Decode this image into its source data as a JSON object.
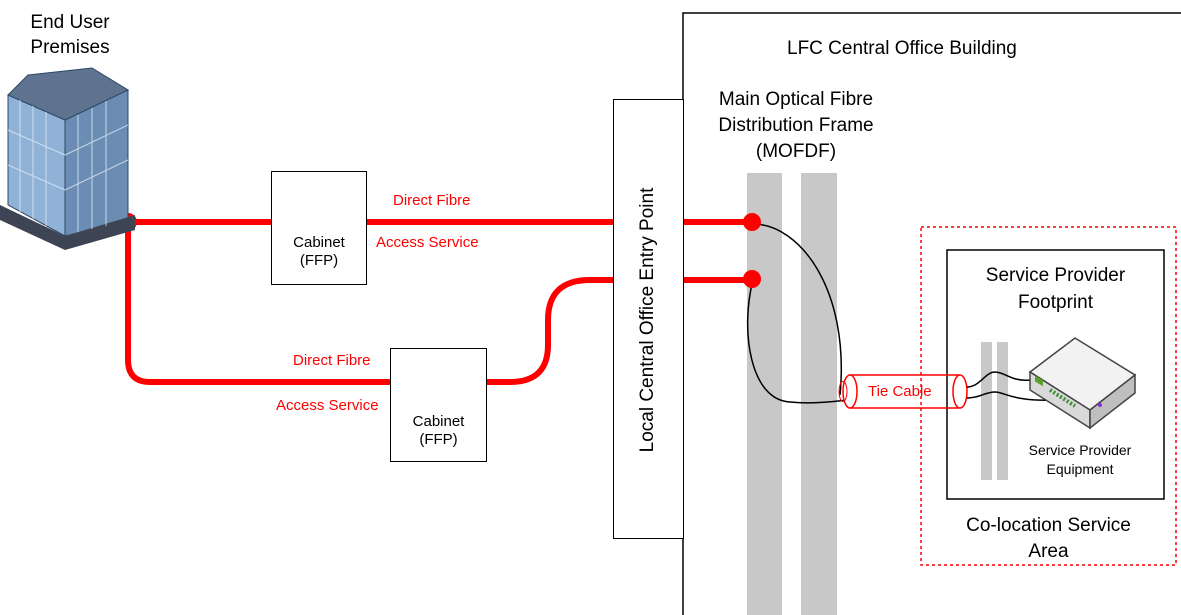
{
  "end_user": {
    "line1": "End User",
    "line2": "Premises"
  },
  "central_office": {
    "title": "LFC Central Office Building"
  },
  "entry_point": {
    "label": "Local Central Office Entry Point"
  },
  "mofdf": {
    "line1": "Main Optical Fibre",
    "line2": "Distribution Frame",
    "line3": "(MOFDF)"
  },
  "cabinet_upper": {
    "line1": "Cabinet",
    "line2": "(FFP)"
  },
  "cabinet_lower": {
    "line1": "Cabinet",
    "line2": "(FFP)"
  },
  "route_upper": {
    "line1": "Direct Fibre",
    "line2": "Access Service"
  },
  "route_lower": {
    "line1": "Direct Fibre",
    "line2": "Access Service"
  },
  "tie_cable": {
    "label": "Tie Cable"
  },
  "footprint": {
    "line1": "Service Provider",
    "line2": "Footprint"
  },
  "equipment": {
    "line1": "Service Provider",
    "line2": "Equipment"
  },
  "colocation": {
    "line1": "Co-location Service",
    "line2": "Area"
  },
  "colors": {
    "fibre": "#ff0000",
    "frame": "#c8c8c8",
    "outline": "#000000"
  }
}
